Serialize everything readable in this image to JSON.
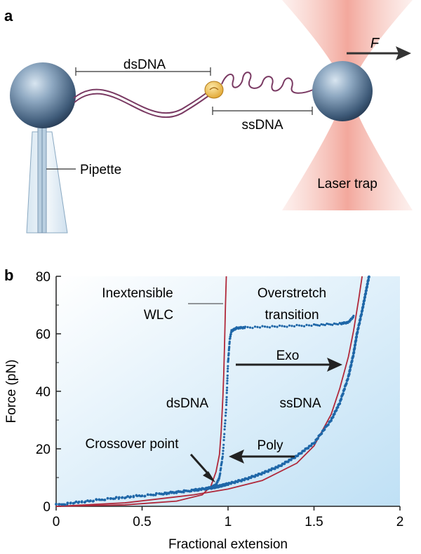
{
  "panel_a": {
    "letter": "a",
    "labels": {
      "dsDNA": "dsDNA",
      "ssDNA": "ssDNA",
      "pipette": "Pipette",
      "laser_trap": "Laser trap",
      "force": "F"
    }
  },
  "panel_b": {
    "letter": "b",
    "annotations": {
      "inextensible_1": "Inextensible",
      "inextensible_2": "WLC",
      "overstretch_1": "Overstretch",
      "overstretch_2": "transition",
      "exo": "Exo",
      "poly": "Poly",
      "dsDNA": "dsDNA",
      "ssDNA": "ssDNA",
      "crossover": "Crossover point"
    }
  },
  "chart_data": {
    "type": "line",
    "xlabel": "Fractional extension",
    "ylabel": "Force (pN)",
    "xlim": [
      0,
      2
    ],
    "ylim": [
      0,
      80
    ],
    "x_ticks": [
      "0",
      "0.5",
      "1",
      "1.5",
      "2"
    ],
    "y_ticks": [
      "0",
      "20",
      "40",
      "60",
      "80"
    ],
    "grid": false,
    "series": [
      {
        "style": "solid red line",
        "x": [
          0.0,
          0.4,
          0.7,
          0.85,
          0.9,
          0.93,
          0.95,
          0.96,
          0.97,
          0.975,
          0.98,
          0.985,
          0.99
        ],
        "y": [
          0,
          0.5,
          1.8,
          4,
          7,
          12,
          18,
          26,
          38,
          46,
          57,
          70,
          80
        ]
      },
      {
        "style": "solid red line",
        "x": [
          0.0,
          0.4,
          0.8,
          1.0,
          1.2,
          1.4,
          1.5,
          1.6,
          1.65,
          1.7,
          1.73,
          1.76,
          1.78
        ],
        "y": [
          0,
          1.2,
          4,
          6,
          9,
          15,
          21,
          32,
          41,
          52,
          61,
          72,
          80
        ]
      },
      {
        "style": "dotted blue",
        "x": [
          0.0,
          0.3,
          0.6,
          0.8,
          0.9,
          0.93,
          0.95,
          0.97,
          0.99,
          1.0,
          1.01,
          1.02,
          1.05,
          1.1,
          1.3,
          1.5,
          1.65,
          1.7,
          1.73
        ],
        "y": [
          0.5,
          2.5,
          4.2,
          5.5,
          6.5,
          7.5,
          10,
          18,
          35,
          50,
          58,
          61,
          62,
          62.2,
          62.6,
          63,
          63.5,
          64,
          66
        ]
      },
      {
        "style": "dotted blue",
        "x": [
          0.0,
          0.3,
          0.6,
          0.8,
          0.9,
          0.95,
          1.0,
          1.1,
          1.2,
          1.3,
          1.4,
          1.5,
          1.6,
          1.65,
          1.7,
          1.73,
          1.75,
          1.78,
          1.8,
          1.82
        ],
        "y": [
          0.5,
          2.6,
          4.3,
          5.6,
          6.4,
          7,
          7.8,
          9.4,
          11.5,
          14,
          17.5,
          22,
          30,
          36,
          45,
          53,
          60,
          68,
          74,
          80
        ]
      }
    ]
  }
}
